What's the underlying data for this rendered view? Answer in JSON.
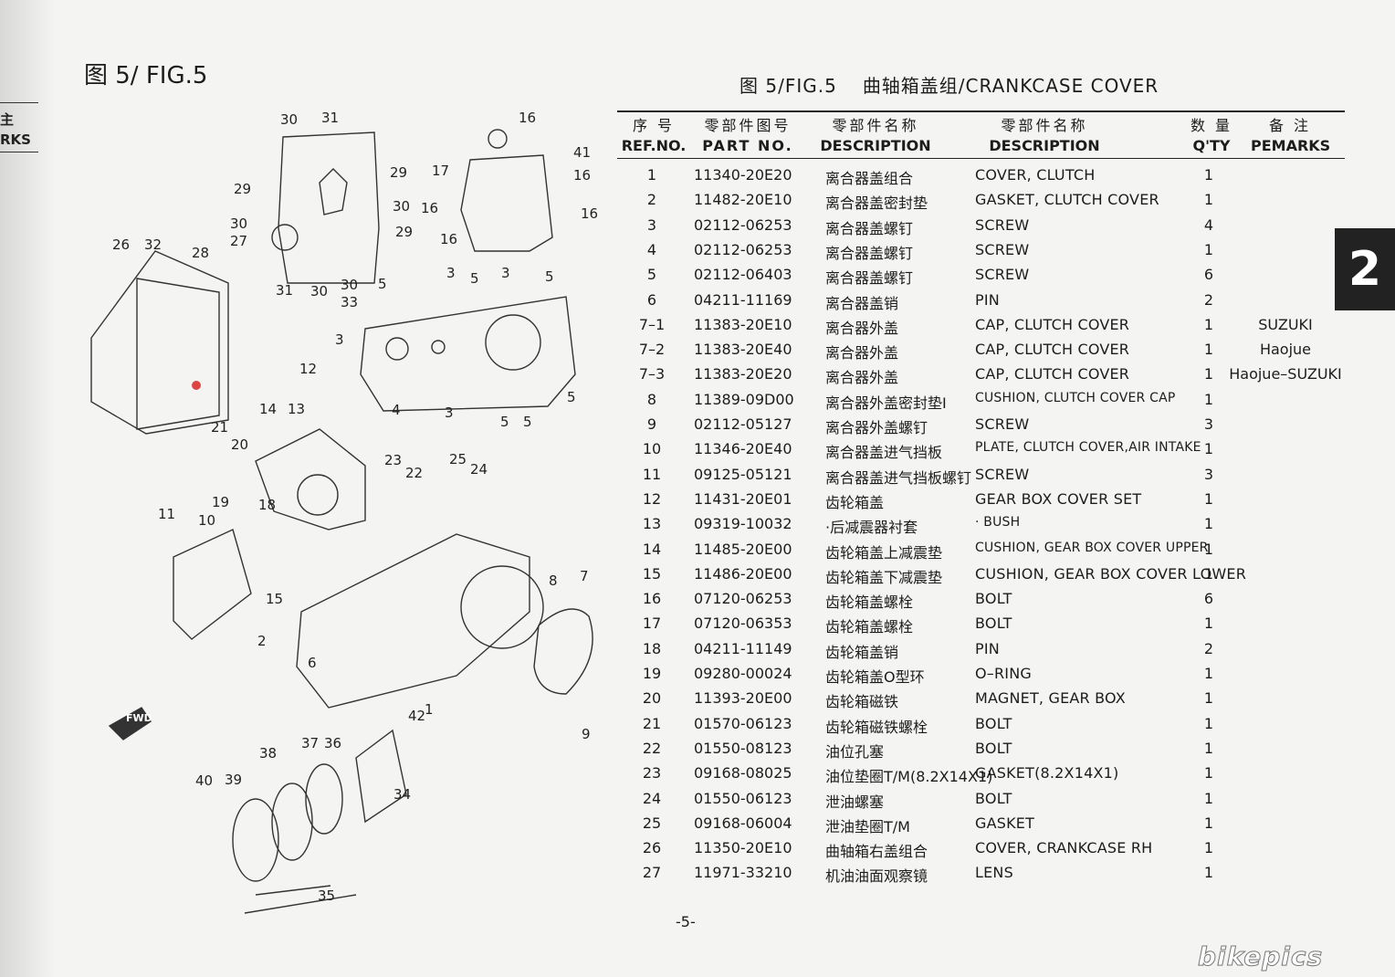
{
  "left_page": {
    "figure_label": "图 5/ FIG.5",
    "prev_page_remarks": [
      "主",
      "RKS"
    ]
  },
  "header": {
    "fig": "图 5/FIG.5",
    "title": "曲轴箱盖组/CRANKCASE COVER"
  },
  "section_number": "2",
  "columns": {
    "ref": {
      "cn": "序 号",
      "en": "REF.NO."
    },
    "part": {
      "cn": "零部件图号",
      "en": "PART NO."
    },
    "name_cn": {
      "cn": "零部件名称",
      "en": "DESCRIPTION"
    },
    "name_en": {
      "cn": "零部件名称",
      "en": "DESCRIPTION"
    },
    "qty": {
      "cn": "数 量",
      "en": "Q'TY"
    },
    "remarks": {
      "cn": "备 注",
      "en": "PEMARKS"
    }
  },
  "rows": [
    {
      "ref": "1",
      "part": "11340-20E20",
      "cn": "离合器盖组合",
      "desc": "COVER, CLUTCH",
      "qty": "1",
      "rem": ""
    },
    {
      "ref": "2",
      "part": "11482-20E10",
      "cn": "离合器盖密封垫",
      "desc": "GASKET, CLUTCH COVER",
      "qty": "1",
      "rem": ""
    },
    {
      "ref": "3",
      "part": "02112-06253",
      "cn": "离合器盖螺钉",
      "desc": "SCREW",
      "qty": "4",
      "rem": ""
    },
    {
      "ref": "4",
      "part": "02112-06253",
      "cn": "离合器盖螺钉",
      "desc": "SCREW",
      "qty": "1",
      "rem": ""
    },
    {
      "ref": "5",
      "part": "02112-06403",
      "cn": "离合器盖螺钉",
      "desc": "SCREW",
      "qty": "6",
      "rem": ""
    },
    {
      "ref": "6",
      "part": "04211-11169",
      "cn": "离合器盖销",
      "desc": "PIN",
      "qty": "2",
      "rem": ""
    },
    {
      "ref": "7–1",
      "part": "11383-20E10",
      "cn": "离合器外盖",
      "desc": "CAP, CLUTCH COVER",
      "qty": "1",
      "rem": "SUZUKI"
    },
    {
      "ref": "7–2",
      "part": "11383-20E40",
      "cn": "离合器外盖",
      "desc": "CAP, CLUTCH COVER",
      "qty": "1",
      "rem": "Haojue"
    },
    {
      "ref": "7–3",
      "part": "11383-20E20",
      "cn": "离合器外盖",
      "desc": "CAP, CLUTCH COVER",
      "qty": "1",
      "rem": "Haojue–SUZUKI"
    },
    {
      "ref": "8",
      "part": "11389-09D00",
      "cn": "离合器外盖密封垫Ⅰ",
      "desc": "CUSHION, CLUTCH COVER CAP",
      "qty": "1",
      "rem": ""
    },
    {
      "ref": "9",
      "part": "02112-05127",
      "cn": "离合器外盖螺钉",
      "desc": "SCREW",
      "qty": "3",
      "rem": ""
    },
    {
      "ref": "10",
      "part": "11346-20E40",
      "cn": "离合器盖进气挡板",
      "desc": "PLATE, CLUTCH COVER,AIR INTAKE",
      "qty": "1",
      "rem": ""
    },
    {
      "ref": "11",
      "part": "09125-05121",
      "cn": "离合器盖进气挡板螺钉",
      "desc": "SCREW",
      "qty": "3",
      "rem": ""
    },
    {
      "ref": "12",
      "part": "11431-20E01",
      "cn": "齿轮箱盖",
      "desc": "GEAR BOX COVER SET",
      "qty": "1",
      "rem": ""
    },
    {
      "ref": "13",
      "part": "09319-10032",
      "cn": "·后减震器衬套",
      "desc": "· BUSH",
      "qty": "1",
      "rem": ""
    },
    {
      "ref": "14",
      "part": "11485-20E00",
      "cn": "齿轮箱盖上减震垫",
      "desc": "CUSHION, GEAR BOX COVER UPPER",
      "qty": "1",
      "rem": ""
    },
    {
      "ref": "15",
      "part": "11486-20E00",
      "cn": "齿轮箱盖下减震垫",
      "desc": "CUSHION, GEAR BOX COVER LOWER",
      "qty": "1",
      "rem": ""
    },
    {
      "ref": "16",
      "part": "07120-06253",
      "cn": "齿轮箱盖螺栓",
      "desc": "BOLT",
      "qty": "6",
      "rem": ""
    },
    {
      "ref": "17",
      "part": "07120-06353",
      "cn": "齿轮箱盖螺栓",
      "desc": "BOLT",
      "qty": "1",
      "rem": ""
    },
    {
      "ref": "18",
      "part": "04211-11149",
      "cn": "齿轮箱盖销",
      "desc": "PIN",
      "qty": "2",
      "rem": ""
    },
    {
      "ref": "19",
      "part": "09280-00024",
      "cn": "齿轮箱盖O型环",
      "desc": "O–RING",
      "qty": "1",
      "rem": ""
    },
    {
      "ref": "20",
      "part": "11393-20E00",
      "cn": "齿轮箱磁铁",
      "desc": "MAGNET, GEAR BOX",
      "qty": "1",
      "rem": ""
    },
    {
      "ref": "21",
      "part": "01570-06123",
      "cn": "齿轮箱磁铁螺栓",
      "desc": "BOLT",
      "qty": "1",
      "rem": ""
    },
    {
      "ref": "22",
      "part": "01550-08123",
      "cn": "油位孔塞",
      "desc": "BOLT",
      "qty": "1",
      "rem": ""
    },
    {
      "ref": "23",
      "part": "09168-08025",
      "cn": "油位垫圈T/M(8.2X14X1)",
      "desc": "GASKET(8.2X14X1)",
      "qty": "1",
      "rem": ""
    },
    {
      "ref": "24",
      "part": "01550-06123",
      "cn": "泄油螺塞",
      "desc": "BOLT",
      "qty": "1",
      "rem": ""
    },
    {
      "ref": "25",
      "part": "09168-06004",
      "cn": "泄油垫圈T/M",
      "desc": "GASKET",
      "qty": "1",
      "rem": ""
    },
    {
      "ref": "26",
      "part": "11350-20E10",
      "cn": "曲轴箱右盖组合",
      "desc": "COVER, CRANKCASE RH",
      "qty": "1",
      "rem": ""
    },
    {
      "ref": "27",
      "part": "11971-33210",
      "cn": "机油油面观察镜",
      "desc": "LENS",
      "qty": "1",
      "rem": ""
    }
  ],
  "callouts": [
    "30",
    "31",
    "16",
    "41",
    "29",
    "17",
    "16",
    "29",
    "30",
    "16",
    "30",
    "29",
    "16",
    "27",
    "16",
    "26",
    "32",
    "28",
    "31",
    "30",
    "30",
    "33",
    "5",
    "3",
    "5",
    "3",
    "5",
    "3",
    "12",
    "14",
    "13",
    "4",
    "3",
    "5",
    "5",
    "5",
    "21",
    "20",
    "23",
    "22",
    "25",
    "24",
    "19",
    "18",
    "11",
    "10",
    "15",
    "8",
    "7",
    "2",
    "6",
    "42",
    "1",
    "9",
    "FWD",
    "38",
    "37",
    "36",
    "40",
    "39",
    "34",
    "35"
  ],
  "page_number": "-5-",
  "watermark": "bikepics"
}
